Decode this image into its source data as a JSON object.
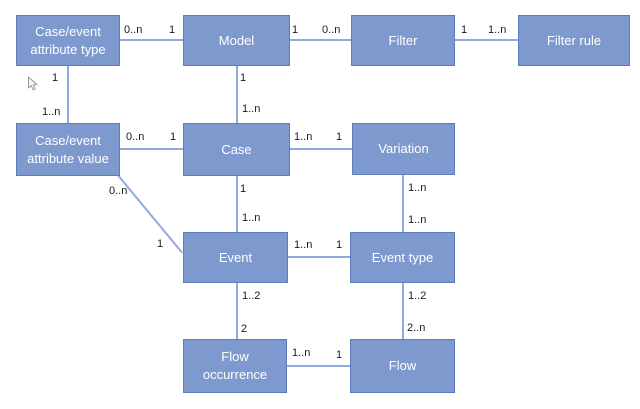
{
  "diagram": {
    "kind": "entity-relationship-diagram",
    "colors": {
      "background": "#ffffff",
      "node_fill": "#7d99ce",
      "node_border": "#5b7cbd",
      "connector": "#8faadc",
      "node_text": "#ffffff",
      "cardinality_text": "#1a1a1a"
    },
    "nodes": [
      {
        "id": "case-event-attribute-type",
        "label": "Case/event attribute type"
      },
      {
        "id": "model",
        "label": "Model"
      },
      {
        "id": "filter",
        "label": "Filter"
      },
      {
        "id": "filter-rule",
        "label": "Filter rule"
      },
      {
        "id": "case-event-attribute-value",
        "label": "Case/event attribute value"
      },
      {
        "id": "case",
        "label": "Case"
      },
      {
        "id": "variation",
        "label": "Variation"
      },
      {
        "id": "event",
        "label": "Event"
      },
      {
        "id": "event-type",
        "label": "Event type"
      },
      {
        "id": "flow-occurrence",
        "label": "Flow occurrence"
      },
      {
        "id": "flow",
        "label": "Flow"
      }
    ],
    "edges": [
      {
        "from": "Case/event attribute type",
        "to": "Model",
        "from_card": "0..n",
        "to_card": "1"
      },
      {
        "from": "Model",
        "to": "Filter",
        "from_card": "1",
        "to_card": "0..n"
      },
      {
        "from": "Filter",
        "to": "Filter rule",
        "from_card": "1",
        "to_card": "1..n"
      },
      {
        "from": "Case/event attribute type",
        "to": "Case/event attribute value",
        "from_card": "1",
        "to_card": "1..n"
      },
      {
        "from": "Model",
        "to": "Case",
        "from_card": "1",
        "to_card": "1..n"
      },
      {
        "from": "Case/event attribute value",
        "to": "Case",
        "from_card": "0..n",
        "to_card": "1"
      },
      {
        "from": "Case",
        "to": "Variation",
        "from_card": "1..n",
        "to_card": "1"
      },
      {
        "from": "Case",
        "to": "Event",
        "from_card": "1",
        "to_card": "1..n"
      },
      {
        "from": "Case/event attribute value",
        "to": "Event",
        "from_card": "0..n",
        "to_card": "1"
      },
      {
        "from": "Event",
        "to": "Event type",
        "from_card": "1..n",
        "to_card": "1"
      },
      {
        "from": "Variation",
        "to": "Event type",
        "from_card": "1..n",
        "to_card": "1..n"
      },
      {
        "from": "Event",
        "to": "Flow occurrence",
        "from_card": "1..2",
        "to_card": "2"
      },
      {
        "from": "Event type",
        "to": "Flow",
        "from_card": "1..2",
        "to_card": "2..n"
      },
      {
        "from": "Flow occurrence",
        "to": "Flow",
        "from_card": "1..n",
        "to_card": "1"
      }
    ]
  }
}
